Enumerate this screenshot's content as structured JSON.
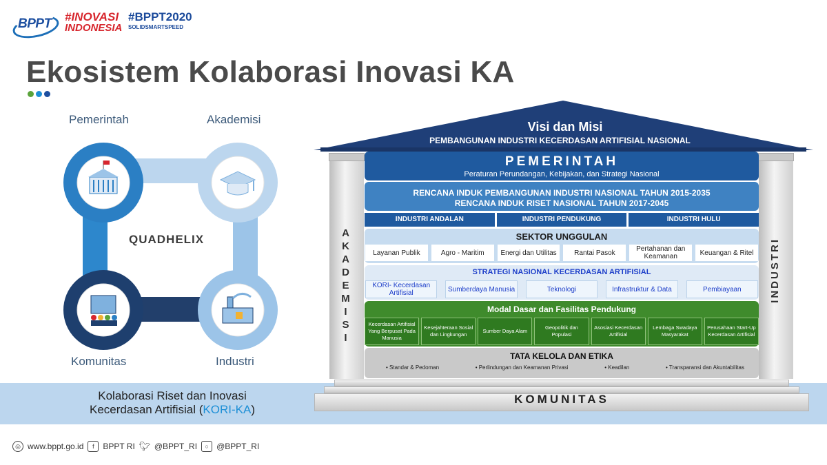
{
  "header": {
    "logo_bppt": "BPPT",
    "logo_inovasi_line1": "#INOVASI",
    "logo_inovasi_line2": "INDONESIA",
    "logo_2020_line1": "#BPPT2020",
    "logo_2020_line2": "SOLIDSMARTSPEED"
  },
  "title": "Ekosistem Kolaborasi Inovasi KA",
  "dots_colors": [
    "#5aa33b",
    "#1d8fd6",
    "#1d4fa0"
  ],
  "quadhelix": {
    "label_pemerintah": "Pemerintah",
    "label_akademisi": "Akademisi",
    "label_komunitas": "Komunitas",
    "label_industri": "Industri",
    "center": "QUADHELIX",
    "icons": [
      "government-building-icon",
      "graduation-cap-icon",
      "community-people-icon",
      "factory-icon"
    ]
  },
  "band": {
    "line1": "Kolaborasi Riset dan Inovasi",
    "line2_prefix": "Kecerdasan Artifisial (",
    "line2_highlight": "KORI-KA",
    "line2_suffix": ")"
  },
  "house": {
    "roof_title": "Visi dan Misi",
    "roof_subtitle": "PEMBANGUNAN INDUSTRI KECERDASAN ARTIFISIAL NASIONAL",
    "left_pillar": "AKADEMISI",
    "right_pillar": "INDUSTRI",
    "pemerintah_title": "PEMERINTAH",
    "pemerintah_sub": "Peraturan Perundangan, Kebijakan, dan Strategi Nasional",
    "rencana_line1": "RENCANA INDUK PEMBANGUNAN INDUSTRI NASIONAL TAHUN 2015-2035",
    "rencana_line2": "RENCANA INDUK RISET NASIONAL TAHUN 2017-2045",
    "industri_row": [
      "INDUSTRI ANDALAN",
      "INDUSTRI PENDUKUNG",
      "INDUSTRI HULU"
    ],
    "sektor_title": "SEKTOR UNGGULAN",
    "sektor_items": [
      "Layanan Publik",
      "Agro - Maritim",
      "Energi dan Utilitas",
      "Rantai Pasok",
      "Pertahanan dan Keamanan",
      "Keuangan & Ritel"
    ],
    "strategi_title": "STRATEGI NASIONAL KECERDASAN ARTIFISIAL",
    "strategi_items": [
      "KORI- Kecerdasan Artifisial",
      "Sumberdaya Manusia",
      "Teknologi",
      "Infrastruktur & Data",
      "Pembiayaan"
    ],
    "modal_title": "Modal Dasar dan Fasilitas Pendukung",
    "modal_items": [
      "Kecerdasan Artifisial Yang Berpusat Pada Manusia",
      "Kesejahteraan Sosial dan Lingkungan",
      "Sumber Daya Alam",
      "Geopolitik dan Populasi",
      "Asosiasi Kecerdasan Artifisial",
      "Lembaga Swadaya Masyarakat",
      "Perusahaan Start-Up Kecerdasan Artifisial"
    ],
    "tata_title": "TATA KELOLA DAN ETIKA",
    "tata_items": [
      "Standar & Pedoman",
      "Perlindungan dan Keamanan Privasi",
      "Keadilan",
      "Transparansi dan Akuntabilitas"
    ],
    "komunitas": "KOMUNITAS"
  },
  "footer": {
    "website": "www.bppt.go.id",
    "facebook": "BPPT RI",
    "twitter": "@BPPT_RI",
    "instagram": "@BPPT_RI"
  }
}
